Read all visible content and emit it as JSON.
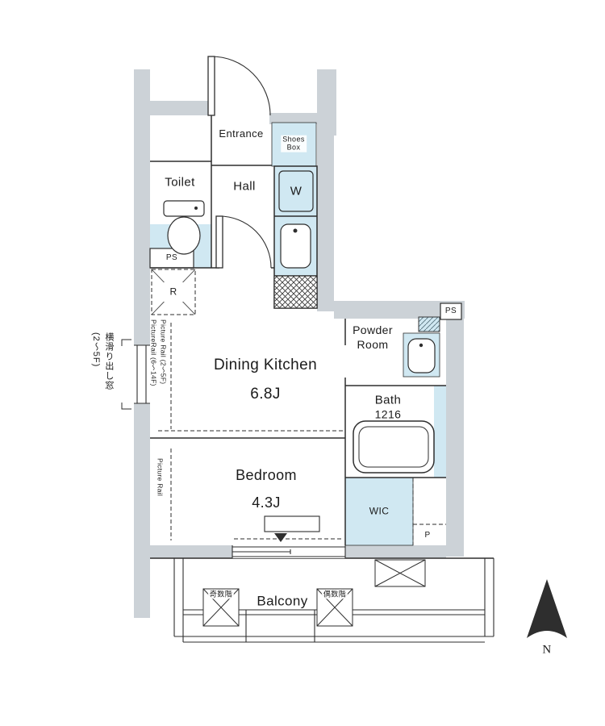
{
  "title": "apartment-floor-plan",
  "colors": {
    "wall": "#ccd2d7",
    "wet": "#d0e8f2",
    "line": "#2e2e2e",
    "text": "#1b1b1b"
  },
  "rooms": {
    "entrance": "Entrance",
    "shoes_box_1": "Shoes",
    "shoes_box_2": "Box",
    "toilet": "Toilet",
    "hall": "Hall",
    "washer": "W",
    "ps_top": "PS",
    "ps_right": "PS",
    "fridge": "R",
    "dining_kitchen": "Dining Kitchen",
    "dining_kitchen_size": "6.8J",
    "powder_1": "Powder",
    "powder_2": "Room",
    "bath": "Bath",
    "bath_size": "1216",
    "bedroom": "Bedroom",
    "bedroom_size": "4.3J",
    "wic": "WIC",
    "pipe": "P",
    "balcony": "Balcony"
  },
  "annotations": {
    "side_window_line1": "横滑り出し窓",
    "side_window_line2": "(2〜5F)",
    "picture_rail_1": "Picture Rail (2〜5F)",
    "picture_rail_2": "PictureRail (6〜14F)",
    "picture_rail_bedroom": "Picture Rail",
    "hatch_odd": "奇数階",
    "hatch_even": "偶数階",
    "north": "N"
  }
}
